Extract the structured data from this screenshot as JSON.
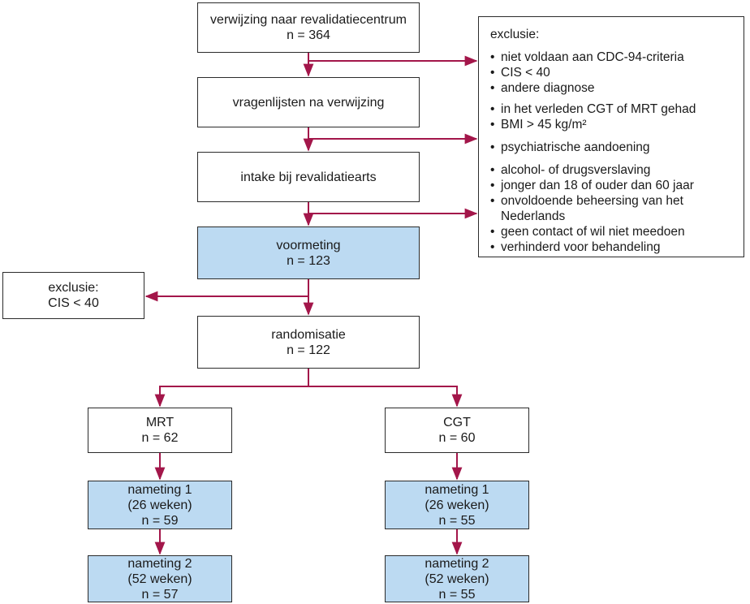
{
  "boxes": {
    "referral": {
      "title": "verwijzing naar revalidatiecentrum",
      "n": "n = 364"
    },
    "questionnaires": {
      "title": "vragenlijsten na verwijzing"
    },
    "intake": {
      "title": "intake bij revalidatiearts"
    },
    "baseline": {
      "title": "voormeting",
      "n": "n = 123"
    },
    "exclusion_cis": {
      "title": "exclusie:",
      "detail": "CIS < 40"
    },
    "randomisation": {
      "title": "randomisatie",
      "n": "n = 122"
    },
    "mrt": {
      "title": "MRT",
      "n": "n = 62"
    },
    "cgt": {
      "title": "CGT",
      "n": "n = 60"
    },
    "mrt_follow1": {
      "title": "nameting 1",
      "sub": "(26 weken)",
      "n": "n = 59"
    },
    "cgt_follow1": {
      "title": "nameting 1",
      "sub": "(26 weken)",
      "n": "n = 55"
    },
    "mrt_follow2": {
      "title": "nameting 2",
      "sub": "(52 weken)",
      "n": "n = 57"
    },
    "cgt_follow2": {
      "title": "nameting 2",
      "sub": "(52 weken)",
      "n": "n = 55"
    }
  },
  "exclusion_criteria": {
    "title": "exclusie:",
    "items": [
      "niet voldaan aan CDC-94-criteria",
      "CIS < 40",
      "andere diagnose",
      "in het verleden CGT of MRT gehad",
      "BMI > 45 kg/m²",
      "psychiatrische aandoening",
      "alcohol- of drugsverslaving",
      "jonger dan 18 of ouder dan 60 jaar",
      "onvoldoende beheersing van het Nederlands",
      "geen contact of wil niet meedoen",
      "verhinderd voor behandeling"
    ]
  },
  "colors": {
    "arrow": "#a3164a",
    "highlight_fill": "#bcdaf2",
    "border": "#2b2b2b"
  }
}
